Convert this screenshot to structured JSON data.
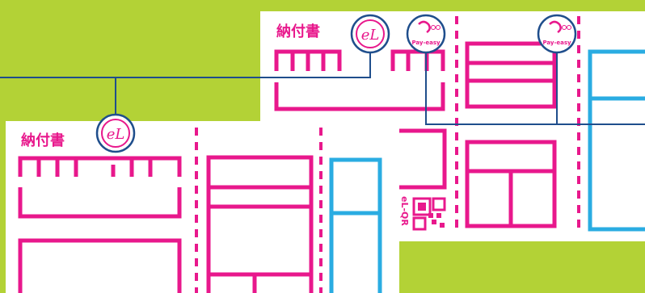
{
  "colors": {
    "background": "#b3d236",
    "magenta": "#e8188c",
    "cyan": "#2aace2",
    "navy": "#1f4e8c",
    "paper": "#ffffff"
  },
  "back_form": {
    "title": "納付書",
    "badge_el": "eL",
    "badge_payeasy_1": "Pay-easy",
    "badge_payeasy_2": "Pay-easy",
    "qr_label": "eL-QR"
  },
  "front_form": {
    "title": "納付書",
    "badge_el": "eL"
  }
}
